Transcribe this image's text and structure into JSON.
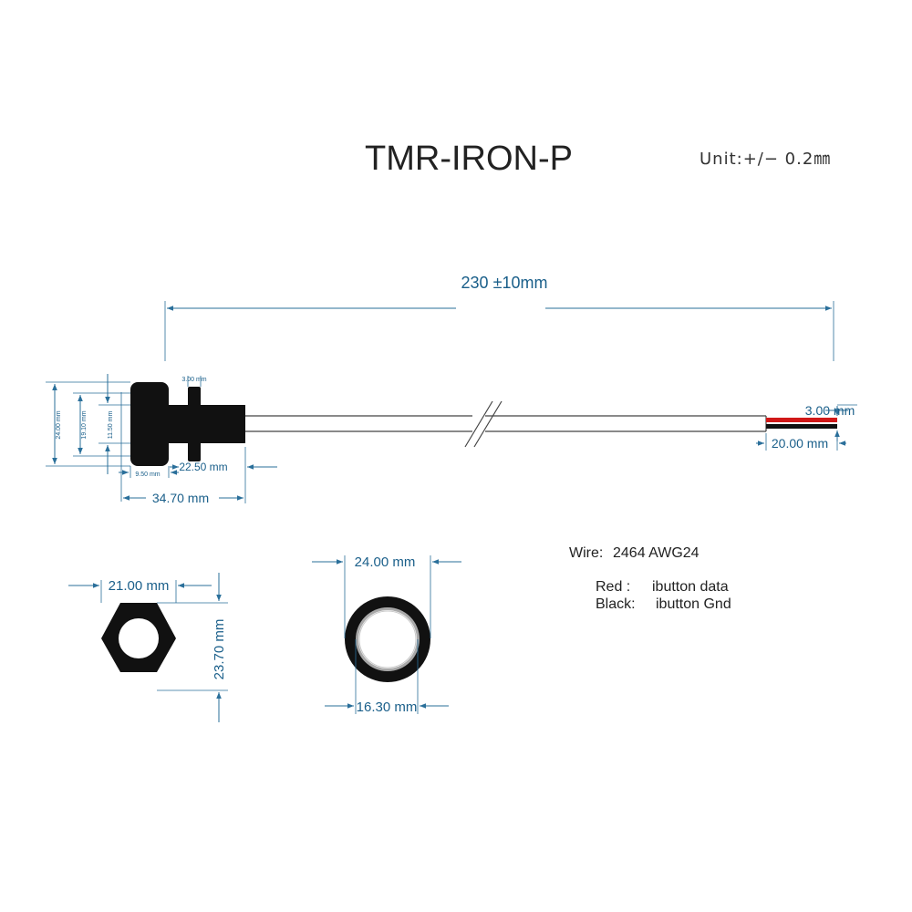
{
  "title": "TMR-IRON-P",
  "unit": "Unit:+/− 0.2㎜",
  "colors": {
    "dimension": "#2a6f9a",
    "body": "#111111",
    "wire_red": "#d01818",
    "ring_gray": "#a8a8a8"
  },
  "side_view": {
    "overall_length": "230 ±10mm",
    "strip_dia": "3.00 mm",
    "strip_length": "20.00 mm",
    "nut_thickness": "3.00 mm",
    "head_dia": "24.00 mm",
    "thread_dia": "19.10 mm",
    "body_dia": "11.50 mm",
    "head_thickness": "9.50 mm",
    "body_length": "22.50 mm",
    "total_length": "34.70 mm"
  },
  "nut_view": {
    "width_flats": "21.00 mm",
    "width_corners": "23.70 mm"
  },
  "front_view": {
    "outer_dia": "24.00 mm",
    "inner_dia": "16.30 mm"
  },
  "wire_info": {
    "wire_label": "Wire:",
    "wire_spec": "2464  AWG24",
    "red_label": "Red  :",
    "red_desc": "ibutton data",
    "black_label": "Black:",
    "black_desc": "ibutton Gnd"
  }
}
